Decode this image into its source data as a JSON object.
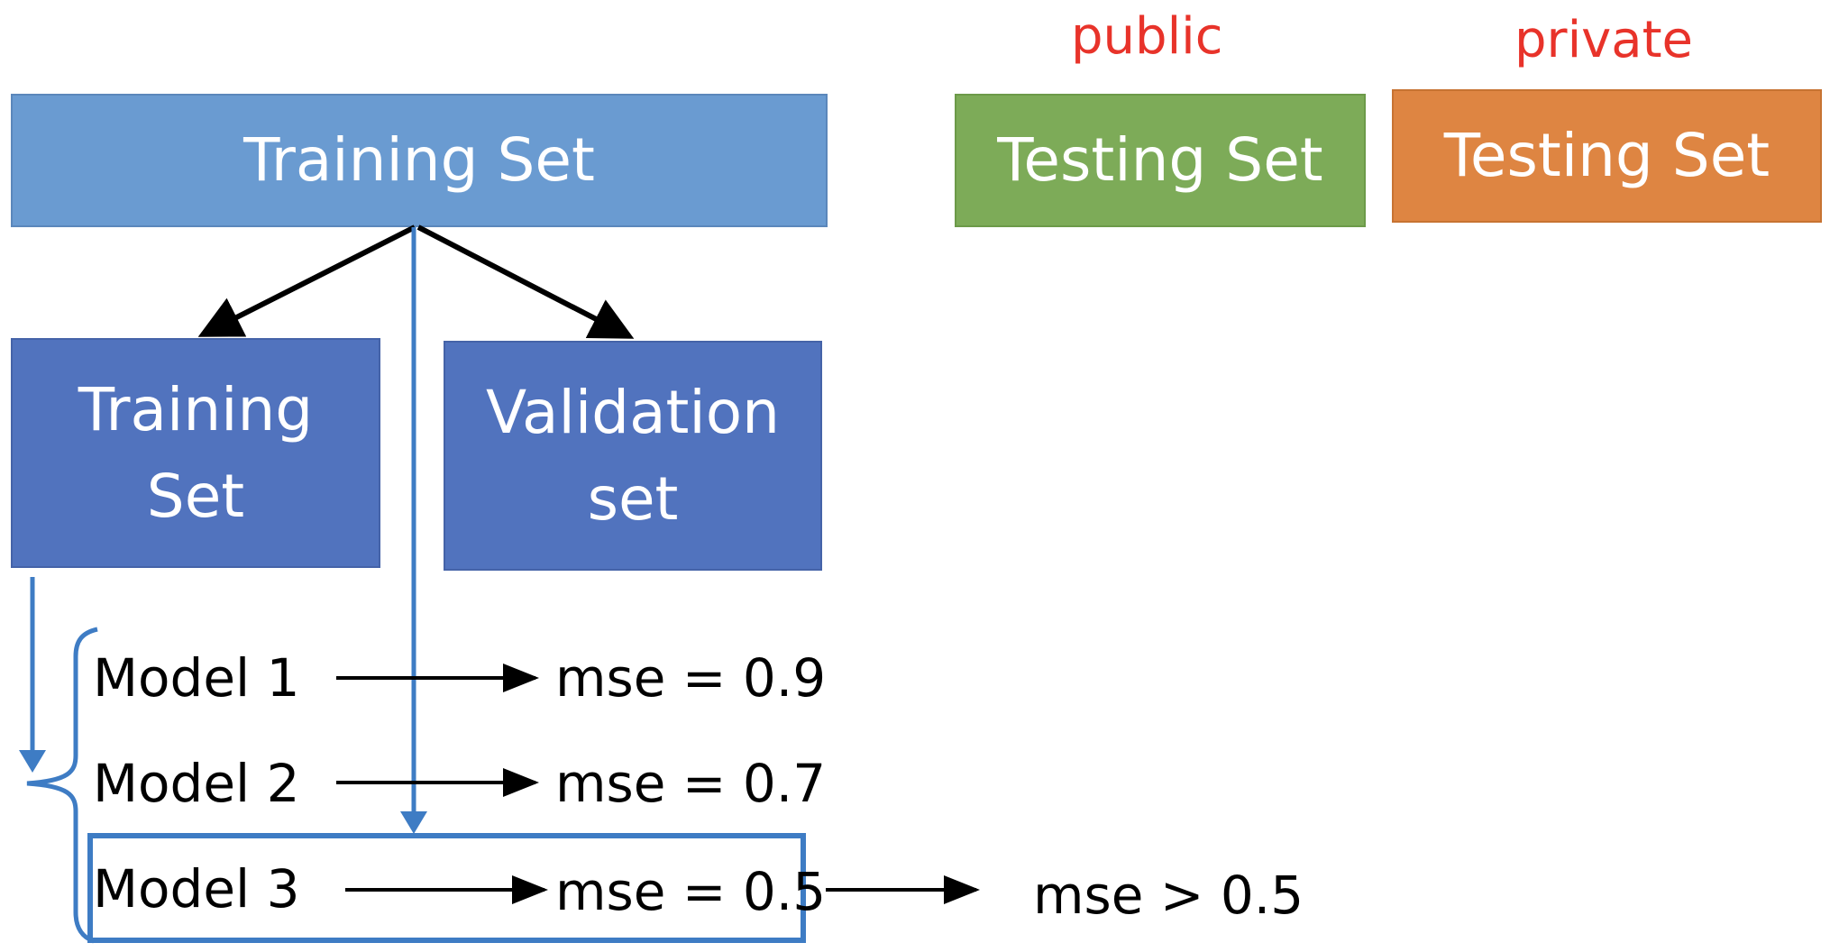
{
  "labels": {
    "public": "public",
    "private": "private"
  },
  "boxes": {
    "training_set_top": "Training Set",
    "testing_set_public": "Testing Set",
    "testing_set_private": "Testing Set",
    "training_set_sub_line1": "Training",
    "training_set_sub_line2": "Set",
    "validation_set_line1": "Validation",
    "validation_set_line2": "set"
  },
  "models": [
    {
      "name": "Model 1",
      "result": "mse = 0.9"
    },
    {
      "name": "Model 2",
      "result": "mse = 0.7"
    },
    {
      "name": "Model 3",
      "result": "mse = 0.5"
    }
  ],
  "final_result": "mse > 0.5",
  "colors": {
    "training_set": "#6a9bd1",
    "public_testing": "#7dab58",
    "private_testing": "#de8542",
    "split_boxes": "#5173be",
    "label_red": "#e8332a",
    "flow_blue": "#3e7cc4"
  }
}
